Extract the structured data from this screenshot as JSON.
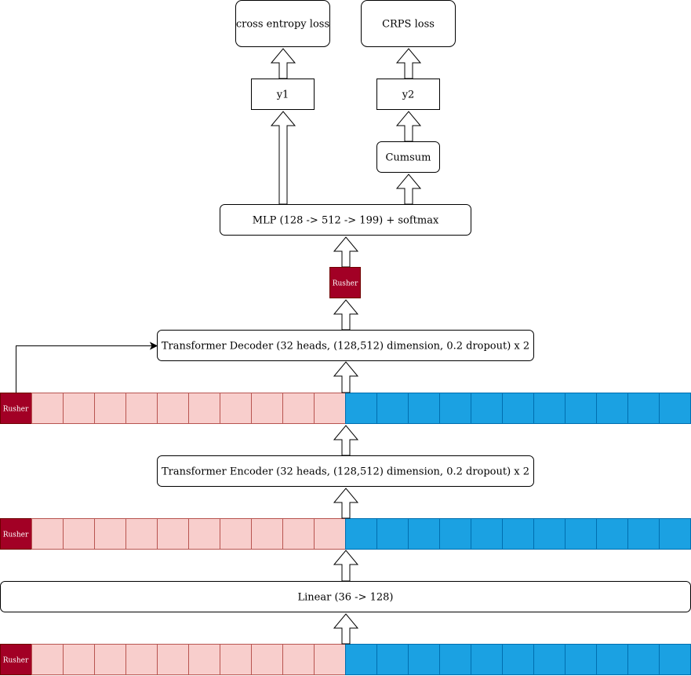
{
  "nodes": {
    "cross_entropy_loss": "cross entropy loss",
    "crps_loss": "CRPS loss",
    "y1": "y1",
    "y2": "y2",
    "cumsum": "Cumsum",
    "mlp": "MLP (128 -> 512 -> 199) + softmax",
    "rusher_token": "Rusher",
    "decoder": "Transformer Decoder (32 heads, (128,512) dimension, 0.2 dropout) x 2",
    "encoder": "Transformer Encoder (32 heads, (128,512) dimension, 0.2 dropout) x 2",
    "linear": "Linear (36 -> 128)"
  },
  "sequence": {
    "rusher_label": "Rusher",
    "offense_cells": 10,
    "defense_cells": 11
  },
  "colors": {
    "rusher_fill": "#a20025",
    "rusher_stroke": "#6f0000",
    "offense_fill": "#f8cecc",
    "offense_stroke": "#b85450",
    "defense_fill": "#1ba1e2",
    "defense_stroke": "#006eaf",
    "box_stroke": "#000000"
  }
}
